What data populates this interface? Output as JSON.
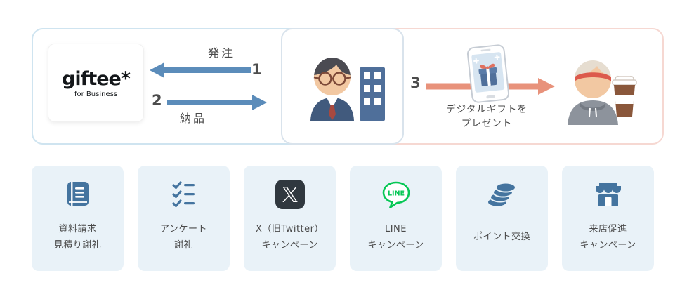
{
  "diagram": {
    "logo": {
      "brand": "giftee*",
      "subtitle": "for Business"
    },
    "order_step": {
      "number": "1",
      "label": "発注"
    },
    "delivery_step": {
      "number": "2",
      "label": "納品"
    },
    "gift_step": {
      "number": "3",
      "label_line1": "デジタルギフトを",
      "label_line2": "プレゼント"
    }
  },
  "use_cases": [
    {
      "icon": "book-icon",
      "line1": "資料請求",
      "line2": "見積り謝礼"
    },
    {
      "icon": "checklist-icon",
      "line1": "アンケート",
      "line2": "謝礼"
    },
    {
      "icon": "x-twitter-icon",
      "line1": "X（旧Twitter）",
      "line2": "キャンペーン"
    },
    {
      "icon": "line-app-icon",
      "icon_text": "LINE",
      "line1": "LINE",
      "line2": "キャンペーン"
    },
    {
      "icon": "coins-icon",
      "line1": "ポイント交換",
      "line2": ""
    },
    {
      "icon": "storefront-icon",
      "line1": "来店促進",
      "line2": "キャンペーン"
    }
  ],
  "colors": {
    "order_flow_border": "#cfe4f0",
    "gift_flow_border": "#f6d8d2",
    "client_panel_border": "#d9e3ec",
    "card_background": "#e9f2f8",
    "arrow_blue": "#5b8cba",
    "arrow_salmon": "#e8927b",
    "icon_blue": "#44749f",
    "line_green": "#06c755",
    "x_dark": "#30383f",
    "text_dark": "#4a4a4a"
  }
}
